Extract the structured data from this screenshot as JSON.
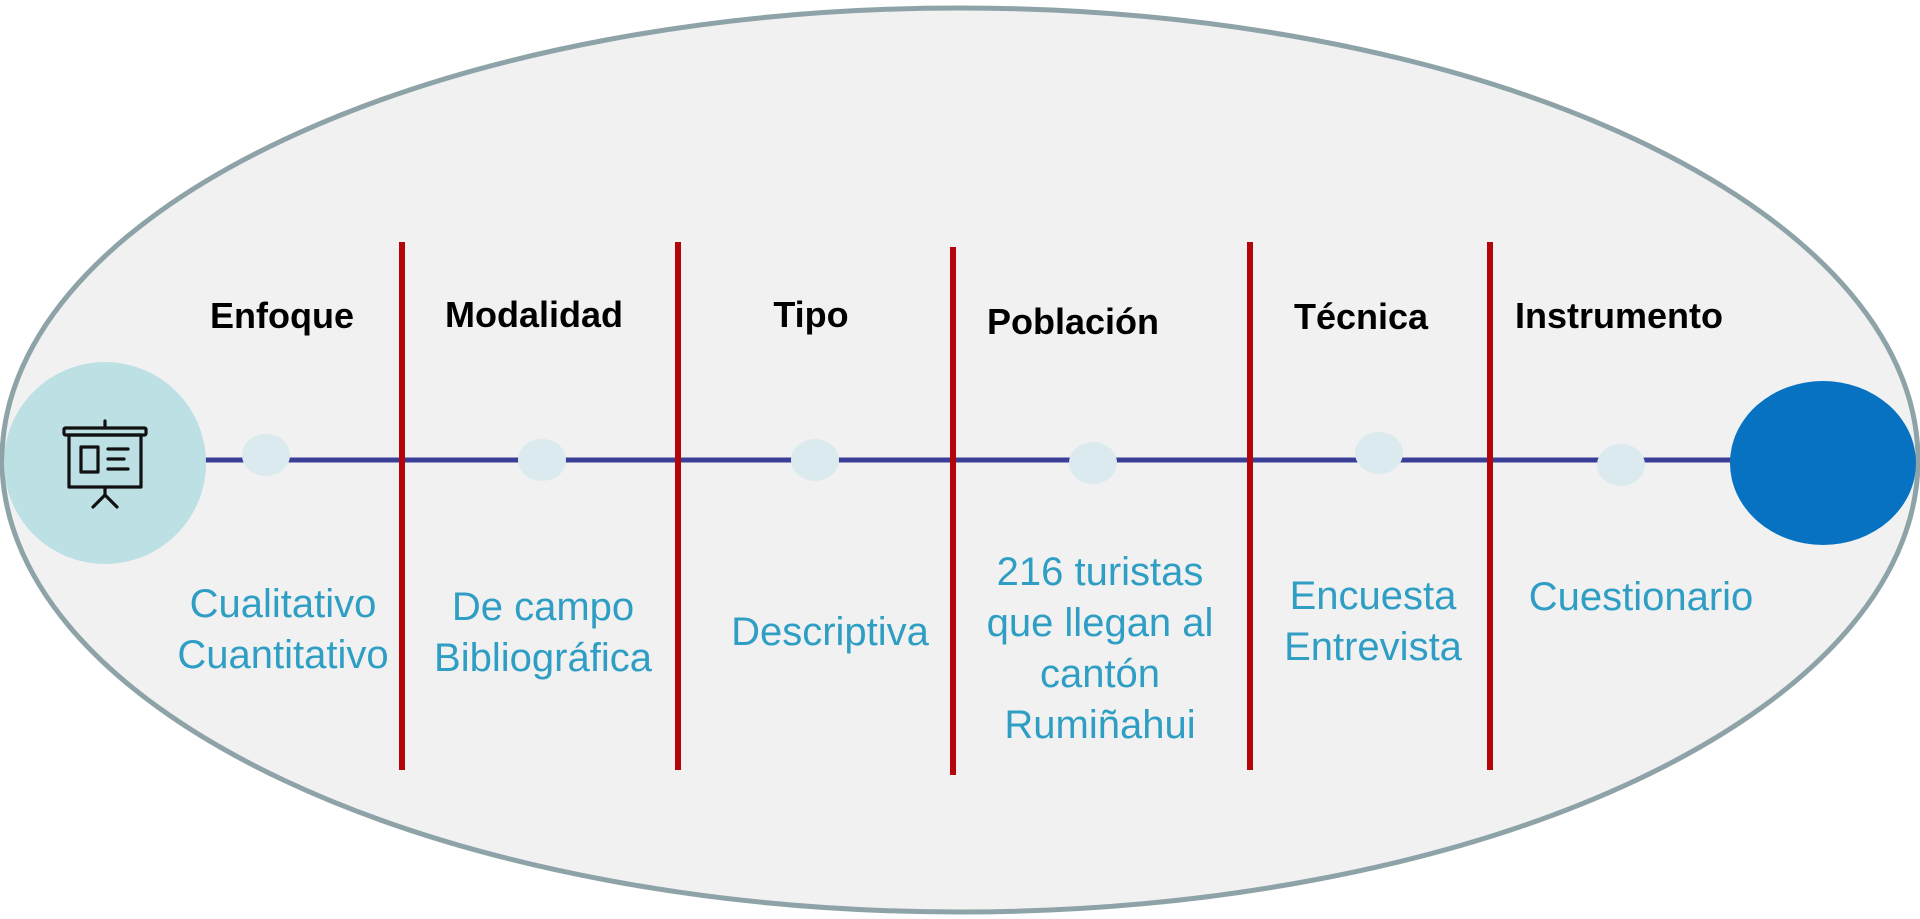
{
  "colors": {
    "ellipse_fill": "#f1f1f1",
    "ellipse_stroke": "#8ea3a8",
    "timeline": "#3b3e96",
    "divider": "#b3050a",
    "node": "#dbeaee",
    "start_circle": "#bde0e5",
    "end_circle": "#0872c2",
    "heading_text": "#000000",
    "value_text": "#2f9ec4"
  },
  "start_icon": "presentation-board-icon",
  "stages": [
    {
      "heading": "Enfoque",
      "values": [
        "Cualitativo",
        "Cuantitativo"
      ]
    },
    {
      "heading": "Modalidad",
      "values": [
        "De campo",
        "Bibliográfica"
      ]
    },
    {
      "heading": "Tipo",
      "values": [
        "Descriptiva"
      ]
    },
    {
      "heading": "Población",
      "values": [
        "216 turistas",
        "que llegan al",
        "cantón",
        "Rumiñahui"
      ]
    },
    {
      "heading": "Técnica",
      "values": [
        "Encuesta",
        "Entrevista"
      ]
    },
    {
      "heading": "Instrumento",
      "values": [
        "Cuestionario"
      ]
    }
  ]
}
